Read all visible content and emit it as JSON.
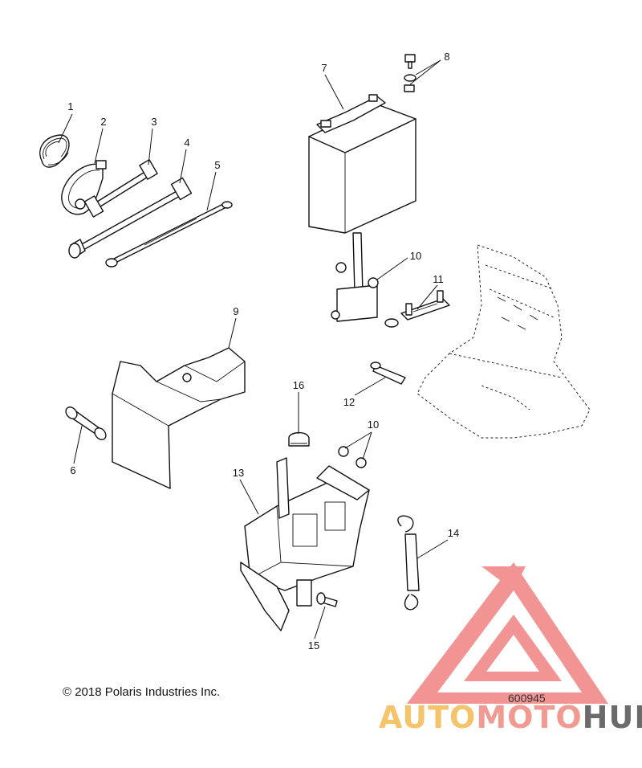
{
  "callouts": [
    "1",
    "2",
    "3",
    "4",
    "5",
    "6",
    "7",
    "8",
    "9",
    "10",
    "10",
    "11",
    "12",
    "13",
    "14",
    "15",
    "16"
  ],
  "copyright": "© 2018 Polaris Industries Inc.",
  "part_number": "600945",
  "watermark": {
    "parts": [
      "AUTO",
      "MOTO",
      "HUB"
    ],
    "colors": [
      "#f5c36a",
      "#f19a92",
      "#6b6b6b"
    ],
    "logo_color": "#ef6f6f"
  }
}
